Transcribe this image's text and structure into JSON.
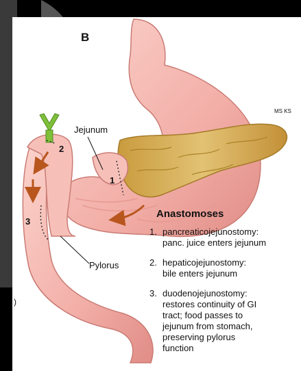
{
  "panel_letter": "B",
  "labels": {
    "jejunum": "Jejunum",
    "pylorus": "Pylorus",
    "marker_1": "1",
    "marker_2": "2",
    "marker_3": "3"
  },
  "legend": {
    "title": "Anastomoses",
    "items": [
      {
        "num": "1.",
        "line1": "pancreaticojejunostomy:",
        "line2": "panc. juice enters jejunum"
      },
      {
        "num": "2.",
        "line1": "hepaticojejunostomy:",
        "line2": "bile enters jejunum"
      },
      {
        "num": "3.",
        "line1": "duodenojejunostomy:",
        "line2": "restores continuity of GI",
        "line3": "tract; food passes to",
        "line4": "jejunum from stomach,",
        "line5": "preserving pylorus",
        "line6": "function"
      }
    ]
  },
  "signature": "MS KS",
  "edge_text": ")",
  "colors": {
    "background": "#000000",
    "panel": "#ffffff",
    "stomach": "#f2b3ad",
    "stomach_dark": "#d9807a",
    "pancreas": "#d6b256",
    "bile_duct": "#7fbf3a",
    "arrow": "#b8561e"
  }
}
